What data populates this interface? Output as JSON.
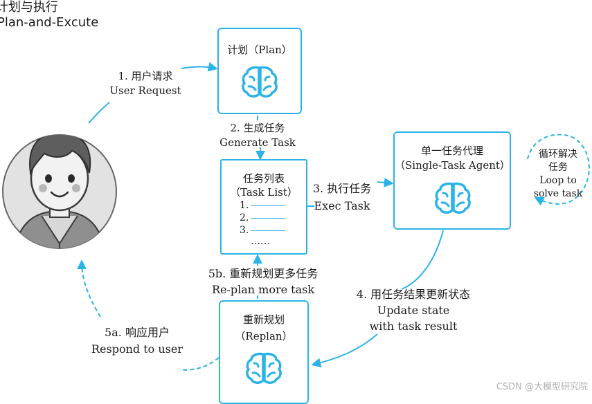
{
  "header": {
    "title_cn": "计划与执行",
    "title_en": "Plan-and-Excute"
  },
  "nodes": {
    "plan": {
      "label": "计划（Plan）"
    },
    "task_list": {
      "label_cn": "任务列表",
      "label_en": "（Task List）",
      "items": [
        "1.",
        "2.",
        "3."
      ],
      "ellipsis": "……"
    },
    "agent": {
      "label_cn": "单一任务代理",
      "label_en": "（Single-Task Agent）"
    },
    "replan": {
      "label_cn": "重新规划",
      "label_en": "（Replan）"
    }
  },
  "edges": {
    "user_request": {
      "cn": "1. 用户请求",
      "en": "User Request"
    },
    "generate_task": {
      "cn": "2. 生成任务",
      "en": "Generate Task"
    },
    "exec_task": {
      "cn": "3. 执行任务",
      "en": "Exec Task"
    },
    "update_state": {
      "cn": "4. 用任务结果更新状态",
      "en1": "Update state",
      "en2": "with task result"
    },
    "replan_more": {
      "cn": "5b. 重新规划更多任务",
      "en": "Re-plan more task"
    },
    "respond": {
      "cn": "5a. 响应用户",
      "en": "Respond to user"
    },
    "loop": {
      "cn1": "循环解决",
      "cn2": "任务",
      "en1": "Loop to",
      "en2": "solve task"
    }
  },
  "colors": {
    "accent": "#2bb3e8",
    "text": "#1a1a1a"
  },
  "watermark": "CSDN @大模型研究院"
}
